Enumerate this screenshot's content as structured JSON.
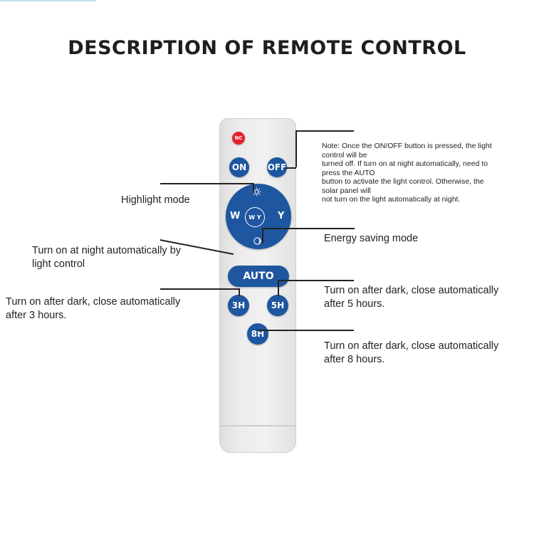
{
  "title": "DESCRIPTION OF REMOTE CONTROL",
  "remote": {
    "nc_label": "NC",
    "on_label": "ON",
    "off_label": "OFF",
    "dial_w": "W",
    "dial_y": "Y",
    "dial_center": "W Y",
    "auto_label": "AUTO",
    "h3_label": "3H",
    "h5_label": "5H",
    "h8_label": "8H"
  },
  "labels": {
    "highlight": "Highlight mode",
    "night_auto_1": "Turn on at night automatically by",
    "night_auto_2": "light control",
    "after3_1": "Turn on after dark, close automatically",
    "after3_2": "after 3 hours.",
    "energy": "Energy saving mode",
    "after5_1": "Turn on after dark, close automatically",
    "after5_2": "after 5 hours.",
    "after8_1": "Turn on after dark, close automatically",
    "after8_2": "after 8 hours."
  },
  "note": {
    "line1": "Note: Once the ON/OFF button is pressed, the light",
    "line2": "control will be",
    "line3": "turned off. If turn on at night automatically, need to",
    "line4": "press the AUTO",
    "line5": "button to activate the light control. Otherwise, the",
    "line6": "solar panel will",
    "line7": "not turn on the light automatically at night."
  },
  "colors": {
    "button_blue": "#1e56a0",
    "nc_red": "#e4222a"
  }
}
